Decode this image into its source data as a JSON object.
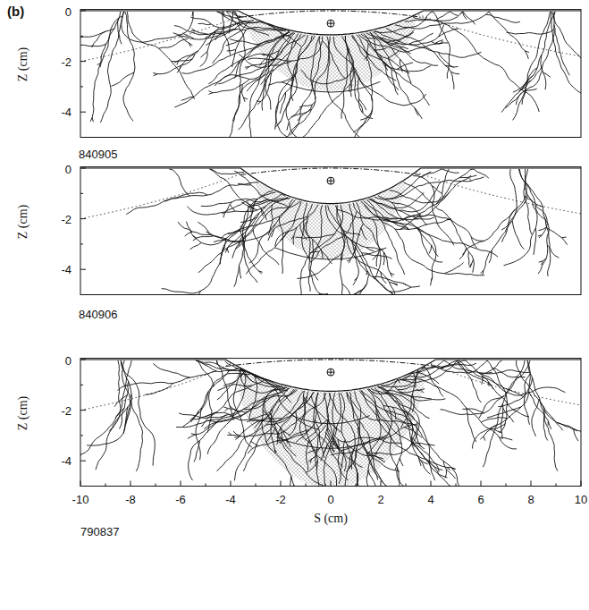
{
  "diagram": {
    "labels": [
      "(b)",
      "0",
      "-2",
      "-4",
      "Z (cm)",
      "840905",
      "0",
      "-2",
      "-4",
      "Z (cm)",
      "840906",
      "0",
      "-2",
      "-4",
      "Z (cm)",
      "-10",
      "-8",
      "-6",
      "-4",
      "-2",
      "0",
      "2",
      "4",
      "6",
      "8",
      "10",
      "S (cm)",
      "790837"
    ]
  }
}
